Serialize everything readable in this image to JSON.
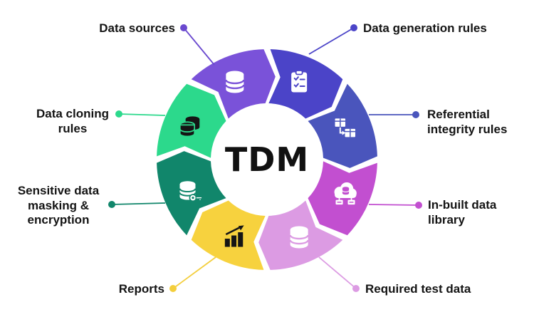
{
  "diagram": {
    "center_label": "TDM",
    "background_color": "#FFFFFF",
    "text_color": "#141414",
    "segments": [
      {
        "id": "data-generation-rules",
        "color": "#4B44C8",
        "icon": "clipboard-check-icon",
        "icon_color": "#FFFFFF"
      },
      {
        "id": "referential-integrity-rules",
        "color": "#4A55BC",
        "icon": "table-relation-icon",
        "icon_color": "#FFFFFF"
      },
      {
        "id": "in-built-data-library",
        "color": "#C24FD0",
        "icon": "cloud-database-icon",
        "icon_color": "#FFFFFF"
      },
      {
        "id": "required-test-data",
        "color": "#DC9BE3",
        "icon": "database-icon",
        "icon_color": "#FFFFFF"
      },
      {
        "id": "reports",
        "color": "#F7D23E",
        "icon": "bar-chart-icon",
        "icon_color": "#151515"
      },
      {
        "id": "sensitive-data-masking",
        "color": "#11866B",
        "icon": "database-key-icon",
        "icon_color": "#FFFFFF"
      },
      {
        "id": "data-cloning-rules",
        "color": "#2CD98C",
        "icon": "database-clone-icon",
        "icon_color": "#151515"
      },
      {
        "id": "data-sources",
        "color": "#7A52D9",
        "icon": "database-icon",
        "icon_color": "#FFFFFF"
      }
    ],
    "callouts": [
      {
        "id": "data-sources",
        "text": "Data sources",
        "color": "#6A49CF"
      },
      {
        "id": "data-generation-rules",
        "text": "Data generation rules",
        "color": "#4B44C8"
      },
      {
        "id": "referential-integrity-rules",
        "text": "Referential integrity rules",
        "color": "#4A55BC"
      },
      {
        "id": "in-built-data-library",
        "text": "In-built data library",
        "color": "#C24FD0"
      },
      {
        "id": "required-test-data",
        "text": "Required test data",
        "color": "#DC9BE3"
      },
      {
        "id": "reports",
        "text": "Reports",
        "color": "#F3CE3C"
      },
      {
        "id": "sensitive-data-masking",
        "text": "Sensitive data masking & encryption",
        "color": "#11866B"
      },
      {
        "id": "data-cloning-rules",
        "text": "Data cloning rules",
        "color": "#2CD98C"
      }
    ]
  }
}
